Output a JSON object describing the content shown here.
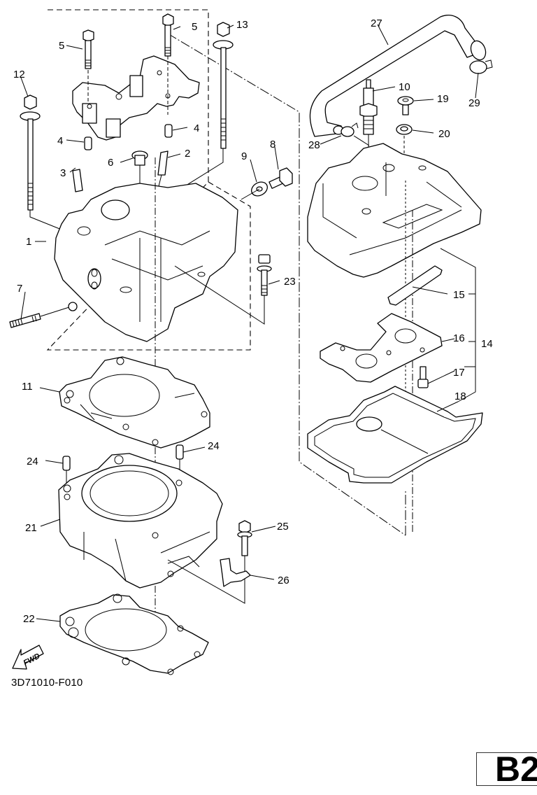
{
  "diagram": {
    "kind": "exploded parts diagram",
    "subject": "cylinder head / cylinder assembly",
    "figure_code": "3D71010-F010",
    "page_label": "B2",
    "fwd_marker": "FWD",
    "callouts": [
      {
        "id": "1",
        "part": "cylinder-head"
      },
      {
        "id": "2",
        "part": "valve-guide-right"
      },
      {
        "id": "3",
        "part": "valve-guide-left"
      },
      {
        "id": "4",
        "part": "dowel-pin-left"
      },
      {
        "id": "4",
        "part": "dowel-pin-right"
      },
      {
        "id": "5",
        "part": "cap-bolt-left"
      },
      {
        "id": "5",
        "part": "cap-bolt-right"
      },
      {
        "id": "6",
        "part": "plug"
      },
      {
        "id": "7",
        "part": "stud-bolt"
      },
      {
        "id": "8",
        "part": "bolt-union"
      },
      {
        "id": "9",
        "part": "gasket-washer"
      },
      {
        "id": "10",
        "part": "spark-plug"
      },
      {
        "id": "11",
        "part": "head-gasket"
      },
      {
        "id": "12",
        "part": "long-bolt-left"
      },
      {
        "id": "13",
        "part": "long-bolt-right"
      },
      {
        "id": "14",
        "part": "head-cover-assembly"
      },
      {
        "id": "15",
        "part": "breather-plate"
      },
      {
        "id": "16",
        "part": "separator-plate"
      },
      {
        "id": "17",
        "part": "cover-screw"
      },
      {
        "id": "18",
        "part": "cover-gasket"
      },
      {
        "id": "19",
        "part": "cover-bolt"
      },
      {
        "id": "20",
        "part": "cover-grommet"
      },
      {
        "id": "21",
        "part": "cylinder"
      },
      {
        "id": "22",
        "part": "base-gasket"
      },
      {
        "id": "23",
        "part": "flange-bolt"
      },
      {
        "id": "24",
        "part": "cylinder-dowel-left"
      },
      {
        "id": "24",
        "part": "cylinder-dowel-right"
      },
      {
        "id": "25",
        "part": "bracket-bolt"
      },
      {
        "id": "26",
        "part": "hose-bracket"
      },
      {
        "id": "27",
        "part": "breather-hose"
      },
      {
        "id": "28",
        "part": "hose-clamp-small"
      },
      {
        "id": "29",
        "part": "hose-clamp-large"
      }
    ]
  }
}
